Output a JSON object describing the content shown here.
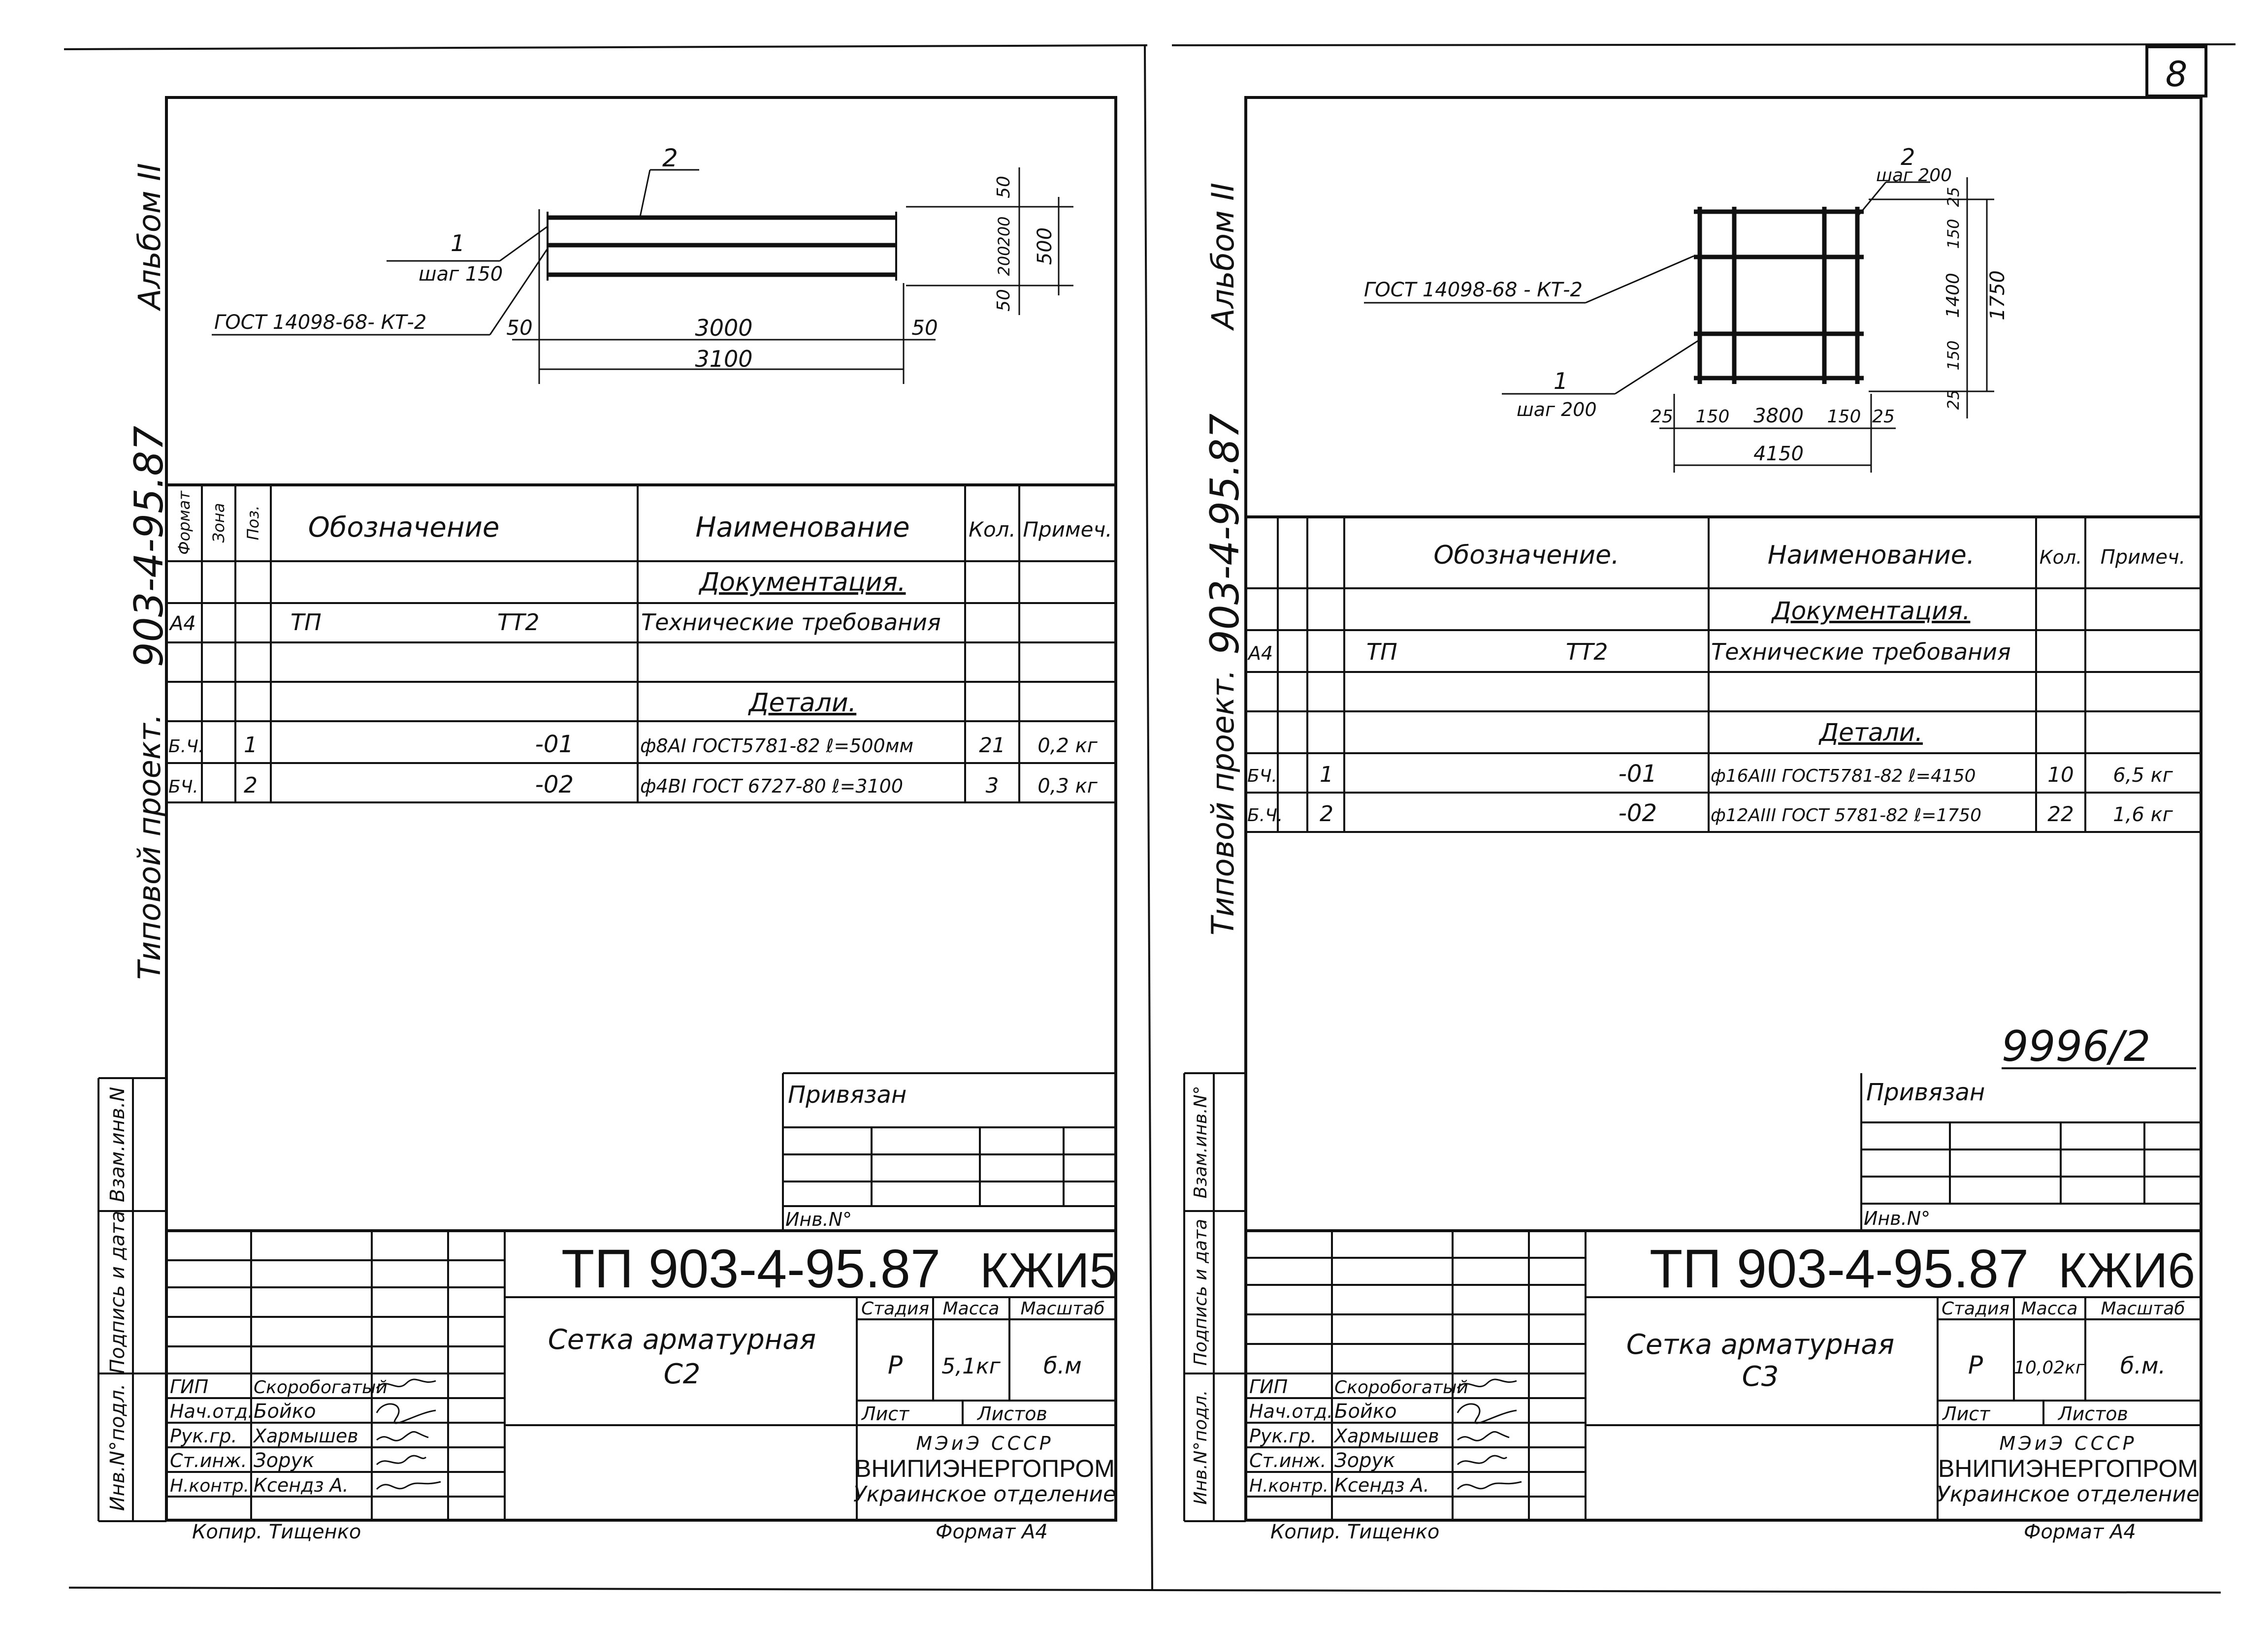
{
  "page_number": "8",
  "bottom_stamp": "9996/2",
  "sheets": [
    {
      "album": "Альбом II",
      "project_code": "903-4-95.87",
      "typical_project": "Типовой проект.",
      "side_labels": [
        "Взам.инв.N",
        "Подпись и дата",
        "Инв.N°подл."
      ],
      "drawing": {
        "leader_top": "2",
        "leader_bot": "1",
        "step": "шаг 150",
        "gost": "ГОСТ 14098-68- КТ-2",
        "dims_h": [
          "50",
          "3000",
          "50",
          "3100"
        ],
        "dims_v": [
          "50",
          "200",
          "200",
          "50",
          "500"
        ]
      },
      "spec": {
        "headers": [
          "Формат",
          "Зона",
          "Поз.",
          "Обозначение",
          "Наименование",
          "Кол.",
          "Примеч."
        ],
        "section_docs": "Документация.",
        "doc_row": {
          "format": "А4",
          "designation": "ТП",
          "code": "ТТ2",
          "name": "Технические требования"
        },
        "section_parts": "Детали.",
        "parts": [
          {
            "format": "Б.Ч.",
            "pos": "1",
            "designation": "-01",
            "name": "ф8АI ГОСТ5781-82 ℓ=500мм",
            "qty": "21",
            "note": "0,2 кг"
          },
          {
            "format": "БЧ.",
            "pos": "2",
            "designation": "-02",
            "name": "ф4ВI ГОСТ 6727-80 ℓ=3100",
            "qty": "3",
            "note": "0,3 кг"
          }
        ]
      },
      "title_block": {
        "privyazan": "Привязан",
        "inv": "Инв.N°",
        "code": "ТП 903-4-95.87",
        "mark": "КЖИ5",
        "name_line1": "Сетка арматурная",
        "name_line2": "С2",
        "stage_label": "Стадия",
        "mass_label": "Масса",
        "scale_label": "Масштаб",
        "stage": "Р",
        "mass": "5,1кг",
        "scale": "б.м",
        "sheet_label": "Лист",
        "sheets_label": "Листов",
        "org1": "МЭиЭ СССР",
        "org2": "ВНИПИЭНЕРГОПРОМ",
        "org3": "Украинское отделение",
        "roles": [
          "ГИП",
          "Нач.отд.",
          "Рук.гр.",
          "Ст.инж.",
          "Н.контр."
        ],
        "names": [
          "Скоробогатый",
          "Бойко",
          "Хармышев",
          "Зорук",
          "Ксендз А."
        ],
        "kopir": "Копир. Тищенко",
        "format": "Формат А4"
      }
    },
    {
      "album": "Альбом II",
      "project_code": "903-4-95.87",
      "typical_project": "Типовой проект.",
      "side_labels": [
        "Взам.инв.N°",
        "Подпись и дата",
        "Инв.N°подл."
      ],
      "drawing": {
        "leader_top": "2",
        "step_top": "шаг 200",
        "leader_bot": "1",
        "step_bot": "шаг 200",
        "gost": "ГОСТ 14098-68 - КТ-2",
        "dims_h": [
          "25",
          "150",
          "3800",
          "150",
          "25",
          "4150"
        ],
        "dims_v": [
          "25",
          "150",
          "1400",
          "150",
          "25",
          "1750"
        ]
      },
      "spec": {
        "headers": [
          "Обозначение.",
          "Наименование.",
          "Кол.",
          "Примеч."
        ],
        "section_docs": "Документация.",
        "doc_row": {
          "format": "А4",
          "designation": "ТП",
          "code": "ТТ2",
          "name": "Технические требования"
        },
        "section_parts": "Детали.",
        "parts": [
          {
            "format": "БЧ.",
            "pos": "1",
            "designation": "-01",
            "name": "ф16АIII ГОСТ5781-82 ℓ=4150",
            "qty": "10",
            "note": "6,5 кг"
          },
          {
            "format": "Б.Ч.",
            "pos": "2",
            "designation": "-02",
            "name": "ф12АIII ГОСТ 5781-82 ℓ=1750",
            "qty": "22",
            "note": "1,6 кг"
          }
        ]
      },
      "title_block": {
        "privyazan": "Привязан",
        "inv": "Инв.N°",
        "code": "ТП 903-4-95.87",
        "mark": "КЖИ6",
        "name_line1": "Сетка арматурная",
        "name_line2": "С3",
        "stage_label": "Стадия",
        "mass_label": "Масса",
        "scale_label": "Масштаб",
        "stage": "Р",
        "mass": "10,02кг",
        "scale": "б.м.",
        "sheet_label": "Лист",
        "sheets_label": "Листов",
        "org1": "МЭиЭ СССР",
        "org2": "ВНИПИЭНЕРГОПРОМ",
        "org3": "Украинское отделение",
        "roles": [
          "ГИП",
          "Нач.отд.",
          "Рук.гр.",
          "Ст.инж.",
          "Н.контр."
        ],
        "names": [
          "Скоробогатый",
          "Бойко",
          "Хармышев",
          "Зорук",
          "Ксендз А."
        ],
        "kopir": "Копир. Тищенко",
        "format": "Формат А4"
      }
    }
  ]
}
